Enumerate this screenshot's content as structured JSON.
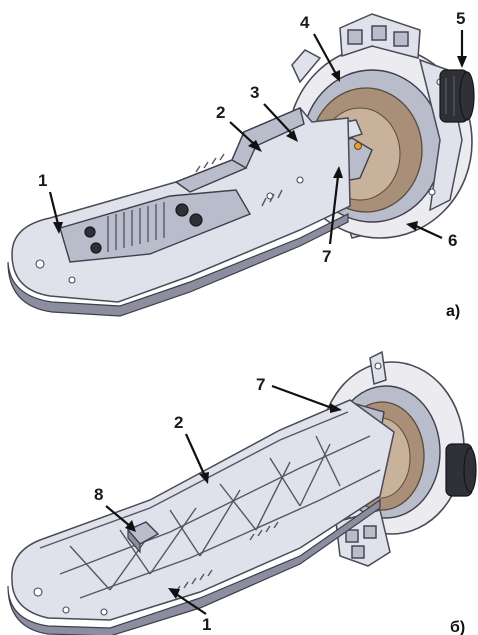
{
  "panels": [
    {
      "id": "a",
      "caption": "а)",
      "callouts": [
        {
          "n": "1"
        },
        {
          "n": "2"
        },
        {
          "n": "3"
        },
        {
          "n": "4"
        },
        {
          "n": "5"
        },
        {
          "n": "6"
        },
        {
          "n": "7"
        }
      ]
    },
    {
      "id": "b",
      "caption": "б)",
      "callouts": [
        {
          "n": "1"
        },
        {
          "n": "2"
        },
        {
          "n": "7"
        },
        {
          "n": "8"
        }
      ]
    }
  ]
}
